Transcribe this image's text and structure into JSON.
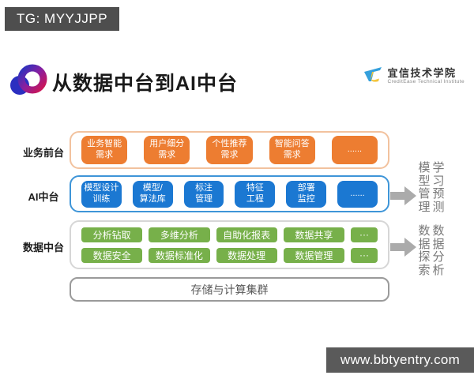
{
  "badge": {
    "text": "TG: MYYJJPP"
  },
  "header": {
    "title": "从数据中台到AI中台"
  },
  "brand": {
    "name": "宜信技术学院",
    "subtitle": "CreditEase Technical Institute"
  },
  "colors": {
    "front_accent": "#ED7D31",
    "ai_accent": "#1B78D2",
    "data_accent": "#77B04A",
    "front_border": "#F2C29E",
    "ai_border": "#3E95D8",
    "data_border": "#D6D6D6",
    "annotation_gray": "#9B9B9B",
    "badge_bg": "#4E4E4E",
    "footer_bg": "#5A5A5A"
  },
  "diagram": {
    "front_row": {
      "label": "业务前台",
      "items": [
        {
          "l1": "业务智能",
          "l2": "需求"
        },
        {
          "l1": "用户细分",
          "l2": "需求"
        },
        {
          "l1": "个性推荐",
          "l2": "需求"
        },
        {
          "l1": "智能问答",
          "l2": "需求"
        },
        {
          "l1": "......",
          "l2": ""
        }
      ]
    },
    "ai_row": {
      "label": "AI中台",
      "items": [
        {
          "l1": "模型设计",
          "l2": "训练"
        },
        {
          "l1": "模型/",
          "l2": "算法库"
        },
        {
          "l1": "标注",
          "l2": "管理"
        },
        {
          "l1": "特征",
          "l2": "工程"
        },
        {
          "l1": "部署",
          "l2": "监控"
        },
        {
          "l1": "......",
          "l2": ""
        }
      ],
      "annotation": {
        "col1": "模型管理",
        "col2": "学习预测"
      }
    },
    "data_row": {
      "label": "数据中台",
      "items_top": [
        "分析钻取",
        "多维分析",
        "自助化报表",
        "数据共享",
        "···"
      ],
      "items_bottom": [
        "数据安全",
        "数据标准化",
        "数据处理",
        "数据管理",
        "···"
      ],
      "annotation": {
        "col1": "数据探索",
        "col2": "数据分析"
      }
    },
    "storage": {
      "label": "存储与计算集群"
    }
  },
  "footer": {
    "url": "www.bbtyentry.com"
  }
}
